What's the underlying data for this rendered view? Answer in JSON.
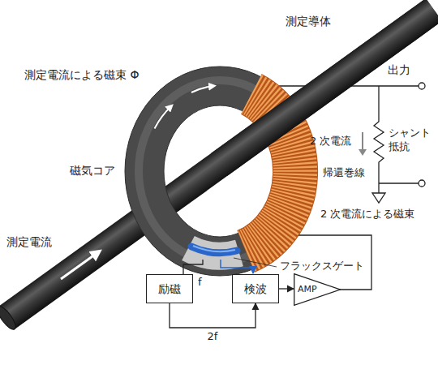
{
  "diagram": {
    "nodes": [
      {
        "text": [
          "励磁"
        ]
      },
      {
        "text": [
          "検波"
        ]
      },
      {
        "text": [
          "AMP"
        ]
      }
    ],
    "edges": [
      {
        "from": 0,
        "to": 1,
        "arrow": "to",
        "label": "2f"
      },
      {
        "from": 1,
        "to": 2,
        "arrow": "to"
      }
    ],
    "labels": [
      "測定導体",
      "測定電流による磁束 Φ",
      "磁気コア",
      "測定電流",
      "出力",
      "2 次電流",
      "シャント 抵抗",
      "帰還巻線",
      "2 次電流による磁束",
      "フラックスゲート",
      "f"
    ]
  }
}
